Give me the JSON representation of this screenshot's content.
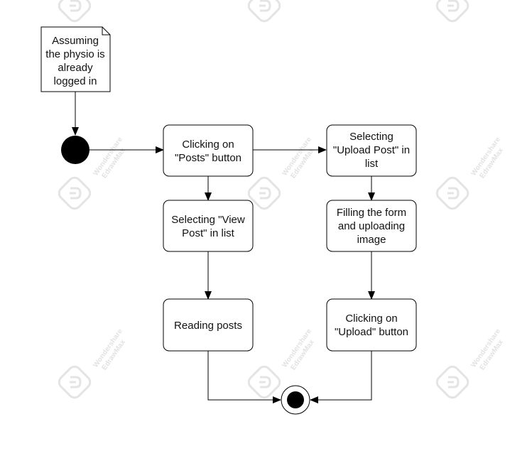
{
  "colors": {
    "stroke": "#000000",
    "text": "#111111",
    "background": "#ffffff",
    "watermark": "#e2e2e2"
  },
  "note": {
    "lines": [
      "Assuming",
      "the physio is",
      "already",
      "logged in"
    ]
  },
  "activities": [
    {
      "id": "clicking-posts",
      "lines": [
        "Clicking on",
        "\"Posts\" button"
      ]
    },
    {
      "id": "selecting-view-post",
      "lines": [
        "Selecting \"View",
        "Post\" in list"
      ]
    },
    {
      "id": "reading-posts",
      "lines": [
        "Reading posts"
      ]
    },
    {
      "id": "selecting-upload-post",
      "lines": [
        "Selecting",
        "\"Upload Post\" in",
        "list"
      ]
    },
    {
      "id": "filling-form",
      "lines": [
        "Filling the form",
        "and uploading",
        "image"
      ]
    },
    {
      "id": "clicking-upload",
      "lines": [
        "Clicking on",
        "\"Upload\" button"
      ]
    }
  ],
  "watermark": {
    "lines": [
      "Wondershare",
      "EdrawMax"
    ],
    "icon": "edrawmax-logo-icon"
  }
}
